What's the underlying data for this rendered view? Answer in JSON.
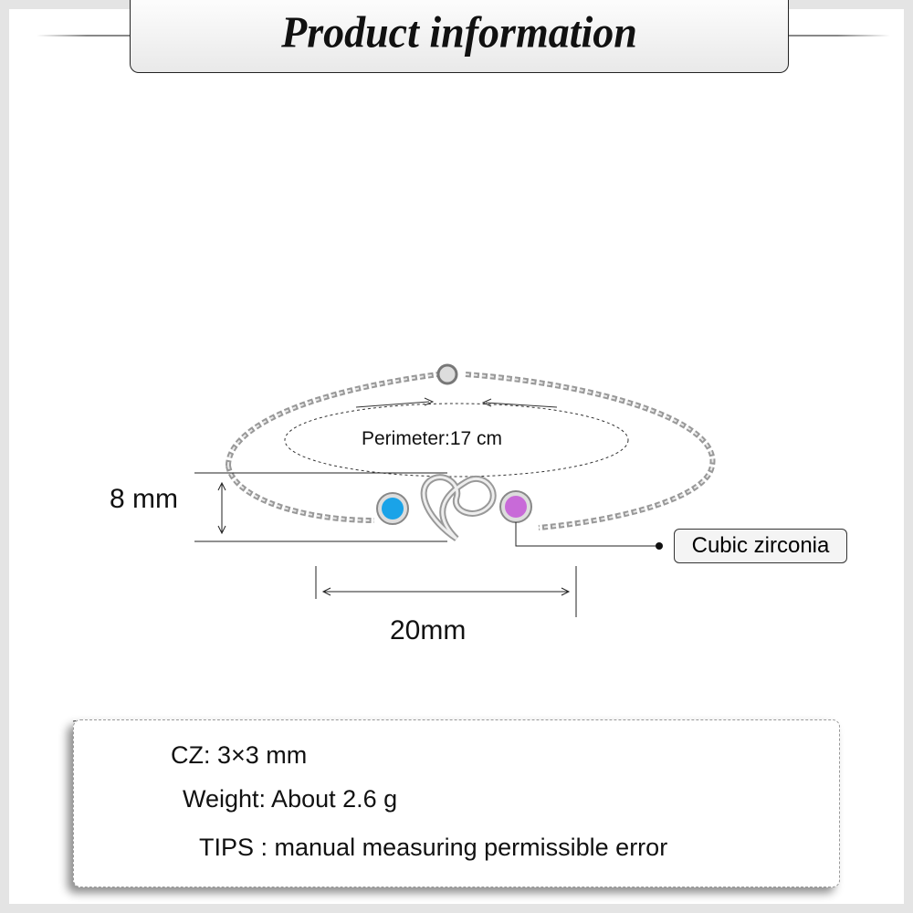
{
  "header": {
    "title": "Product information"
  },
  "diagram": {
    "perimeter_label": "Perimeter:17 cm",
    "height_label": "8 mm",
    "width_label": "20mm",
    "stone_label": "Cubic zirconia",
    "stone_colors": {
      "left": "#1aa3e8",
      "right": "#c86ad8"
    }
  },
  "specs": [
    {
      "text": "CZ: 3×3 mm"
    },
    {
      "text": "Weight: About 2.6 g"
    },
    {
      "text": "TIPS : manual measuring permissible error"
    }
  ]
}
